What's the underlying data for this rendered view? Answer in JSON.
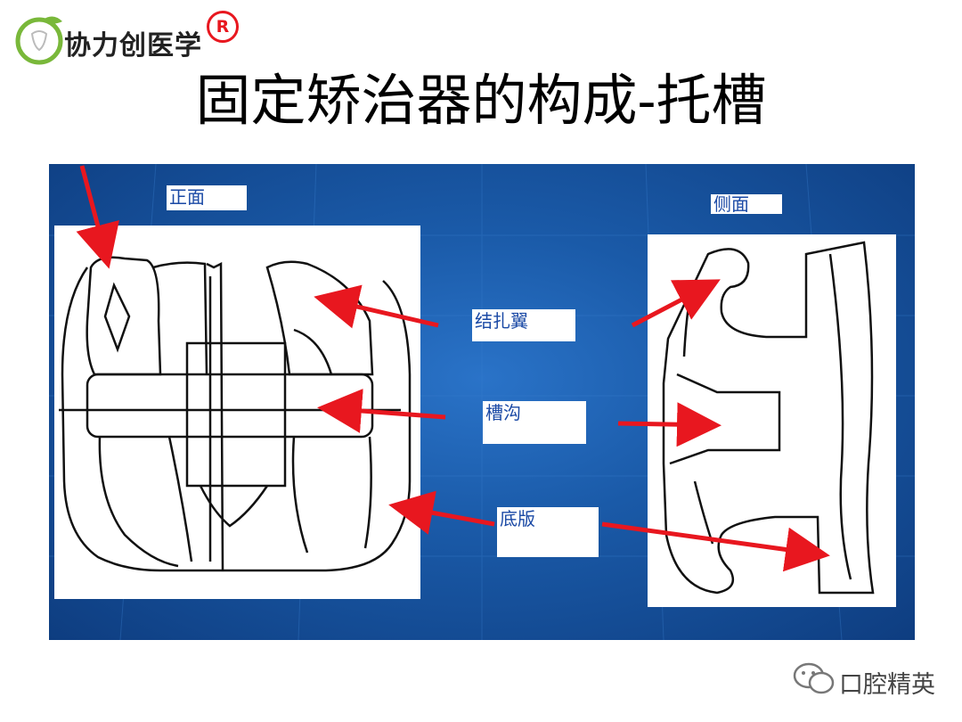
{
  "header": {
    "logo_text": "协力创医学",
    "registered_mark": "R"
  },
  "slide": {
    "title": "固定矫治器的构成-托槽"
  },
  "diagram": {
    "front_label": "正面",
    "side_label": "侧面",
    "wings_label": "结扎翼",
    "slot_label": "槽沟",
    "base_label": "底版"
  },
  "footer": {
    "account_name": "口腔精英"
  },
  "colors": {
    "panel_blue": "#1a5aa8",
    "arrow_red": "#e8171f",
    "label_text": "#1a49a5"
  }
}
